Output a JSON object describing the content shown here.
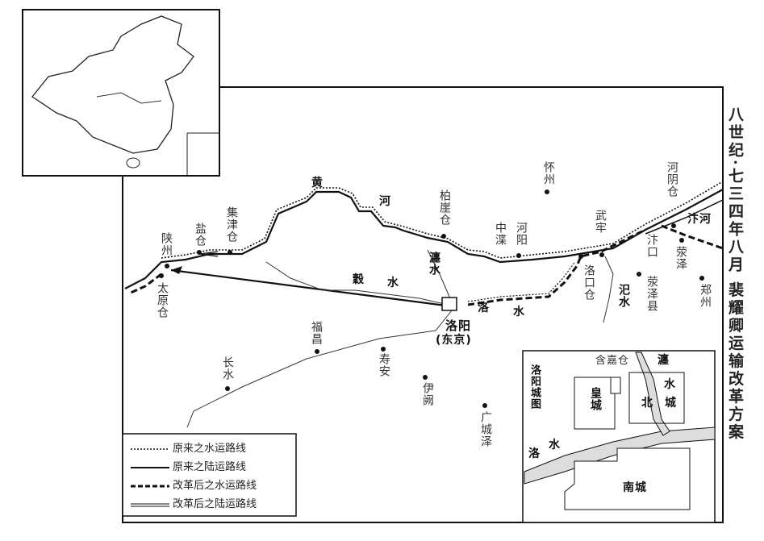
{
  "title": "八世纪·七三四年八月 裴耀卿运输改革方案",
  "rivers": {
    "huang": "黄",
    "he": "河",
    "gu": "穀",
    "gu_shui": "水",
    "chan": "瀍水",
    "luo": "洛",
    "luo_shui": "水",
    "si": "汜水",
    "bian": "汴河"
  },
  "places": {
    "shanzhou": "陕州",
    "yancang": "盐仓",
    "jijincang": "集津仓",
    "taiyuancang": "太原仓",
    "baiyacang": "柏崖仓",
    "luoyang": "洛阳",
    "dongjing": "(东京)",
    "fuchang": "福昌",
    "shouan": "寿安",
    "changshui": "长水",
    "yique": "伊阙",
    "guangchengze": "广城泽",
    "huaizhou": "怀州",
    "zhongtan": "中渫",
    "heyang": "河阳",
    "wulao": "武牢",
    "luokoucang": "洛口仓",
    "xingzexian": "荥泽县",
    "biankou": "汴口",
    "xingze": "荥泽",
    "zhengzhou": "郑州",
    "heyincang": "河阴仓"
  },
  "inset": {
    "title": "洛阳城图",
    "hanjiacang": "含嘉仓",
    "chan": "瀍",
    "shui": "水",
    "cheng": "城",
    "bei": "北",
    "huangcheng": "皇城",
    "luo": "洛",
    "luo_shui": "水",
    "nancheng": "南城"
  },
  "legend": [
    "原来之水运路线",
    "原来之陆运路线",
    "改革后之水运路线",
    "改革后之陆运路线"
  ]
}
